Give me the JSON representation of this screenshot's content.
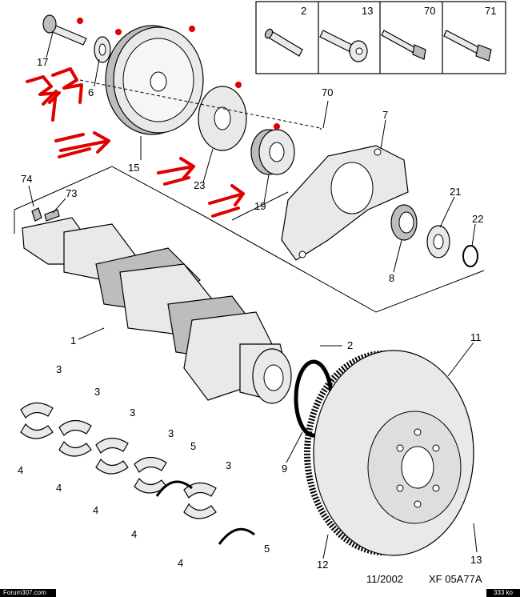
{
  "legend_box": {
    "items": [
      {
        "number": "2"
      },
      {
        "number": "13"
      },
      {
        "number": "70"
      },
      {
        "number": "71"
      }
    ]
  },
  "callouts": {
    "p17": "17",
    "p6": "6",
    "p15": "15",
    "p23": "23",
    "p19": "19",
    "p70": "70",
    "p7": "7",
    "p74": "74",
    "p73": "73",
    "p21": "21",
    "p22": "22",
    "p8": "8",
    "p1": "1",
    "p2": "2",
    "p11": "11",
    "p9": "9",
    "p12": "12",
    "p13": "13",
    "bearings_3": "3",
    "bearings_4": "4",
    "washers_5": "5"
  },
  "footer": {
    "date": "11/2002",
    "reference": "XF 05A77A",
    "watermark_left": "Forum307.com",
    "watermark_right": "333 ko"
  },
  "colors": {
    "annotation": "#e00000",
    "line": "#000000",
    "part_fill": "#e9e9e9"
  }
}
